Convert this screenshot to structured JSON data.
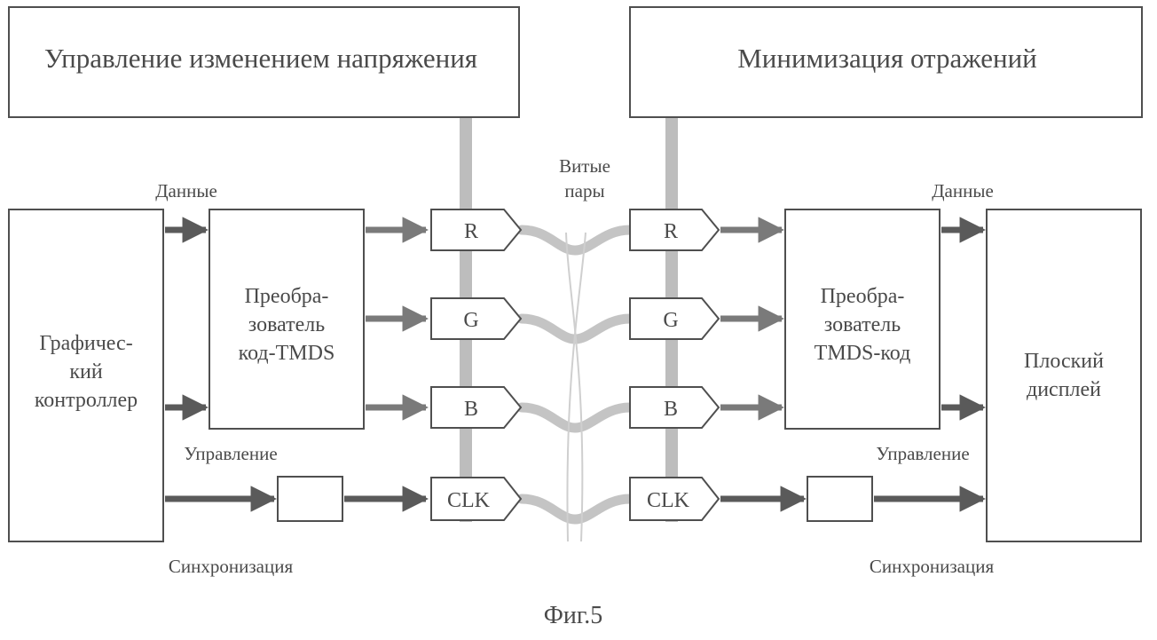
{
  "figure": {
    "caption": "Фиг.5",
    "top_left_box": "Управление изменением напряжения",
    "top_right_box": "Минимизация отражений",
    "twisted_pairs_label": [
      "Витые",
      "пары"
    ],
    "left": {
      "controller": [
        "Графичес-",
        "кий",
        "контроллер"
      ],
      "encoder": [
        "Преобра-",
        "зователь",
        "код-TMDS"
      ],
      "data_label": "Данные",
      "control_label": "Управление",
      "sync_label": "Синхронизация"
    },
    "right": {
      "display": [
        "Плоский",
        "дисплей"
      ],
      "decoder": [
        "Преобра-",
        "зователь",
        "TMDS-код"
      ],
      "data_label": "Данные",
      "control_label": "Управление",
      "sync_label": "Синхронизация"
    },
    "channels": [
      "R",
      "G",
      "B",
      "CLK"
    ]
  },
  "colors": {
    "box_stroke": "#4f4f4f",
    "text": "#4a4a4a",
    "arrow_dark": "#5a5a5a",
    "arrow_mid": "#7a7a7a",
    "bus_gray": "#bdbdbd",
    "twist_gray": "#c4c4c4"
  }
}
